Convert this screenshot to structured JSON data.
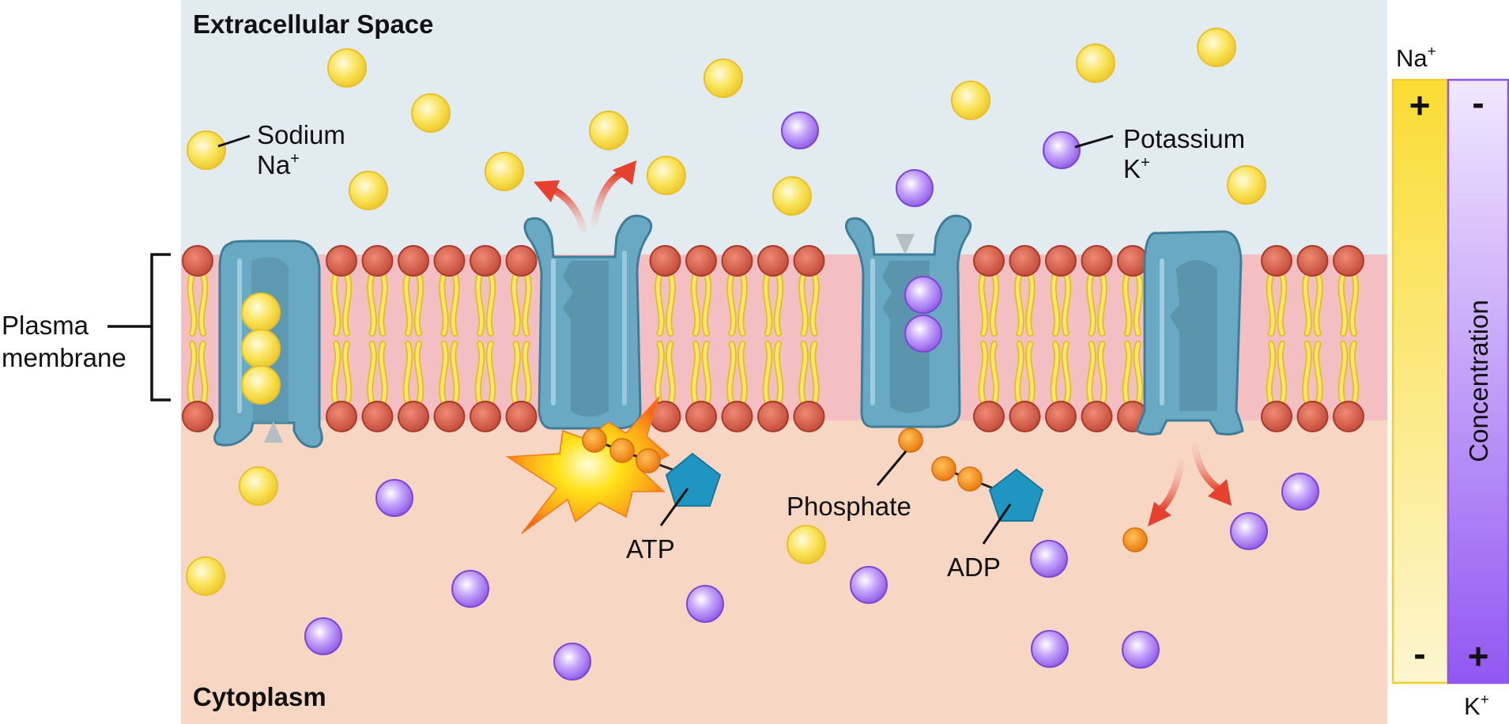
{
  "regions": {
    "extracellular_title": "Extracellular Space",
    "cytoplasm_title": "Cytoplasm"
  },
  "membrane_label": {
    "line1": "Plasma",
    "line2": "membrane"
  },
  "legend": {
    "sodium": {
      "line1": "Sodium",
      "line2_base": "Na",
      "line2_sup": "+"
    },
    "potassium": {
      "line1": "Potassium",
      "line2_base": "K",
      "line2_sup": "+"
    }
  },
  "molecule_labels": {
    "atp": "ATP",
    "phosphate": "Phosphate",
    "adp": "ADP"
  },
  "concentration_bar": {
    "title": "Concentration",
    "na_label": {
      "base": "Na",
      "sup": "+"
    },
    "k_label": {
      "base": "K",
      "sup": "+"
    },
    "na_top_sign": "+",
    "na_bottom_sign": "-",
    "k_top_sign": "-",
    "k_bottom_sign": "+"
  },
  "colors": {
    "extracellular": "#e2ebf0",
    "cytoplasm": "#f7d6c4",
    "membrane_core": "#f2b8bd",
    "head": "#c8483a",
    "tail": "#f1de4f",
    "sodium": "#f5d93a",
    "potassium": "#9b6ce6",
    "protein": "#68a9c4",
    "protein_dark": "#3f7d98",
    "phosphate": "#f08a14",
    "adenosine": "#1f95c2",
    "arrow_red": "#e3432f",
    "arrow_gray": "#bcc3c8",
    "na_bar": "#fbe56a",
    "k_bar": "#a77ef3"
  }
}
